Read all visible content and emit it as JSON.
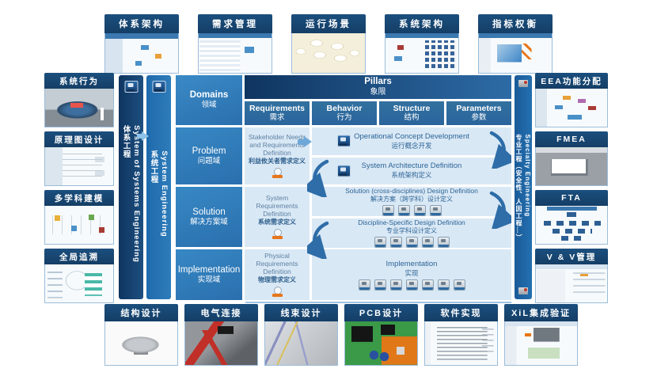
{
  "top_row": [
    {
      "label": "体系架构"
    },
    {
      "label": "需求管理"
    },
    {
      "label": "运行场景"
    },
    {
      "label": "系统架构"
    },
    {
      "label": "指标权衡"
    }
  ],
  "left_column": [
    {
      "label": "系统行为"
    },
    {
      "label": "原理图设计"
    },
    {
      "label": "多学科建模"
    },
    {
      "label": "全局追溯"
    }
  ],
  "right_column": [
    {
      "label": "EEA功能分配"
    },
    {
      "label": "FMEA"
    },
    {
      "label": "FTA"
    },
    {
      "label": "V & V管理"
    }
  ],
  "bottom_row": [
    {
      "label": "结构设计"
    },
    {
      "label": "电气连接"
    },
    {
      "label": "线束设计"
    },
    {
      "label": "PCB设计"
    },
    {
      "label": "软件实现"
    },
    {
      "label": "XiL集成验证"
    }
  ],
  "left_bars": [
    {
      "en": "System of Systems Engineering",
      "zh": "体系工程"
    },
    {
      "en": "System Engineering",
      "zh": "系统工程"
    }
  ],
  "right_bar": {
    "en": "Specialty Engineering",
    "zh": "专业工程（安全性、人因工程…）"
  },
  "matrix": {
    "domains": {
      "en": "Domains",
      "zh": "领域"
    },
    "pillars": {
      "en": "Pillars",
      "zh": "象限"
    },
    "columns": [
      {
        "en": "Requirements",
        "zh": "需求"
      },
      {
        "en": "Behavior",
        "zh": "行为"
      },
      {
        "en": "Structure",
        "zh": "结构"
      },
      {
        "en": "Parameters",
        "zh": "参数"
      }
    ],
    "rows": [
      {
        "label": {
          "en": "Problem",
          "zh": "问题域"
        },
        "req": {
          "en": "Stakeholder Needs and Requirements Definition",
          "zh": "利益攸关者需求定义"
        },
        "cells": [
          {
            "en": "Operational Concept Development",
            "zh": "运行概念开发"
          },
          {
            "en": "System Architecture Definition",
            "zh": "系统架构定义"
          }
        ]
      },
      {
        "label": {
          "en": "Solution",
          "zh": "解决方案域"
        },
        "req": {
          "en": "System Requirements Definition",
          "zh": "系统需求定义"
        },
        "cells": [
          {
            "en": "Solution (cross-disciplines) Design Definition",
            "zh": "解决方案（跨学科）设计定义"
          },
          {
            "en": "Discipline-Specific Design Definition",
            "zh": "专业学科设计定义"
          }
        ]
      },
      {
        "label": {
          "en": "Implementation",
          "zh": "实现域"
        },
        "req": {
          "en": "Physical Requirements Definition",
          "zh": "物理需求定义"
        },
        "cells": [
          {
            "en": "Implementation",
            "zh": "实现"
          }
        ]
      }
    ]
  },
  "colors": {
    "deep_navy": "#16436f",
    "panel_blue": "#2e7cba",
    "light_cell": "#d9e8f5",
    "accent_orange": "#e8761a",
    "arrow_blue": "#2e6da8"
  }
}
